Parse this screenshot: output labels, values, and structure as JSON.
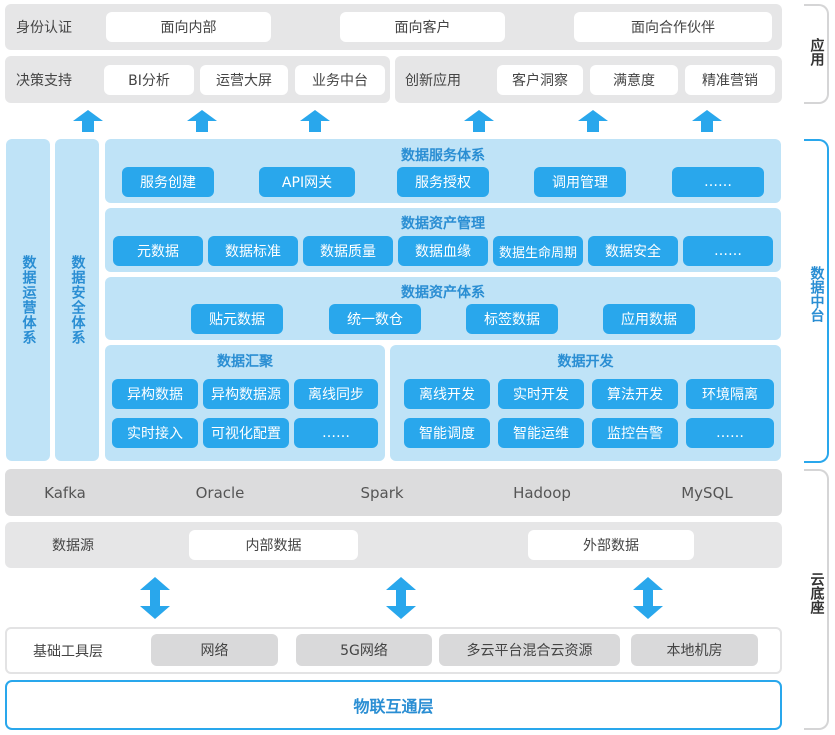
{
  "app_layer": {
    "identity_label": "身份认证",
    "identity_items": [
      "面向内部",
      "面向客户",
      "面向合作伙伴"
    ],
    "decision_label": "决策支持",
    "decision_items": [
      "BI分析",
      "运营大屏",
      "业务中台"
    ],
    "innovation_label": "创新应用",
    "innovation_items": [
      "客户洞察",
      "满意度",
      "精准营销"
    ]
  },
  "middle_layer": {
    "ops_system": "数据运营体系",
    "security_system": "数据安全体系",
    "service": {
      "title": "数据服务体系",
      "items": [
        "服务创建",
        "API网关",
        "服务授权",
        "调用管理",
        "……"
      ]
    },
    "asset_mgmt": {
      "title": "数据资产管理",
      "items": [
        "元数据",
        "数据标准",
        "数据质量",
        "数据血缘",
        "数据生命周期",
        "数据安全",
        "……"
      ]
    },
    "asset_system": {
      "title": "数据资产体系",
      "items": [
        "贴元数据",
        "统一数仓",
        "标签数据",
        "应用数据"
      ]
    },
    "aggregation": {
      "title": "数据汇聚",
      "items": [
        "异构数据",
        "异构数据源",
        "离线同步",
        "实时接入",
        "可视化配置",
        "……"
      ]
    },
    "development": {
      "title": "数据开发",
      "items": [
        "离线开发",
        "实时开发",
        "算法开发",
        "环境隔离",
        "智能调度",
        "智能运维",
        "监控告警",
        "……"
      ]
    }
  },
  "cloud_layer": {
    "tech": [
      "Kafka",
      "Oracle",
      "Spark",
      "Hadoop",
      "MySQL"
    ],
    "source_label": "数据源",
    "source_items": [
      "内部数据",
      "外部数据"
    ],
    "infra_label": "基础工具层",
    "infra_items": [
      "网络",
      "5G网络",
      "多云平台混合云资源",
      "本地机房"
    ],
    "iot_layer": "物联互通层"
  },
  "side_labels": {
    "application": "应用",
    "data_middle": "数据中台",
    "cloud_base": "云底座"
  },
  "colors": {
    "accent_blue": "#29a7ec",
    "light_blue": "#bfe3f7",
    "title_blue": "#2a8ed3",
    "gray_band": "#e6e6e7"
  }
}
